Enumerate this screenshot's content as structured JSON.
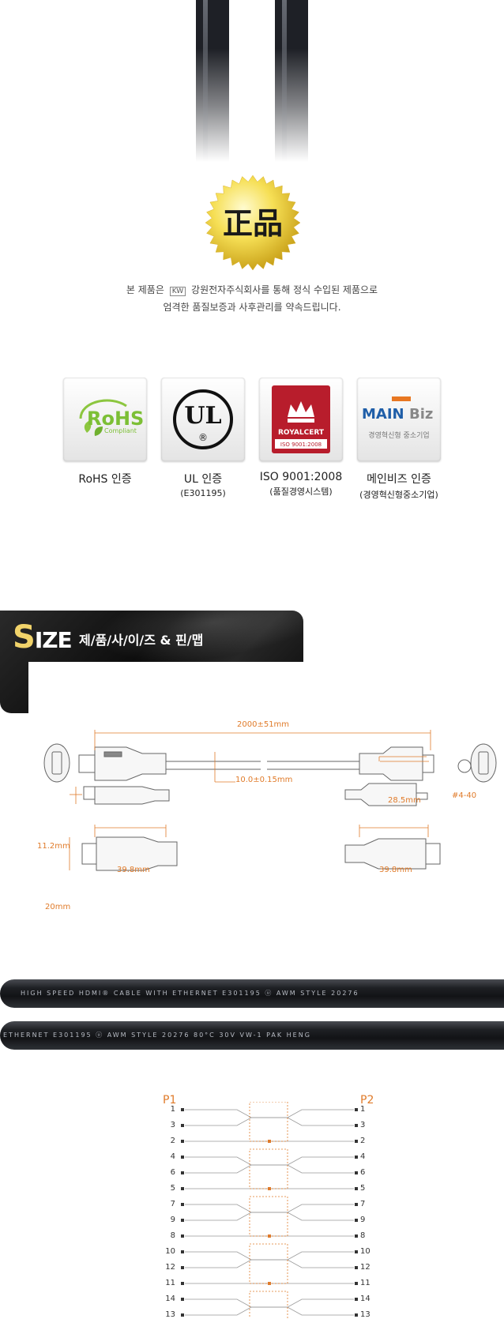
{
  "badge": {
    "text": "正品"
  },
  "intro": {
    "line1_before": "본 제품은",
    "logo_text": "KW",
    "line1_after": "강원전자주식회사를 통해 정식 수입된 제품으로",
    "line2": "엄격한 품질보증과 사후관리를 약속드립니다."
  },
  "certs": [
    {
      "title": "RoHS 인증",
      "sub": "",
      "logo_main": "RoHS",
      "logo_sub": "Compliant"
    },
    {
      "title": "UL 인증",
      "sub": "(E301195)",
      "logo_main": "UL",
      "logo_sub": "®"
    },
    {
      "title": "ISO 9001:2008",
      "sub": "(품질경영시스템)",
      "logo_main": "ROYALCERT",
      "logo_sub": "ISO 9001:2008"
    },
    {
      "title": "메인비즈 인증",
      "sub": "(경영혁신형중소기업)",
      "logo_main_a": "MAIN",
      "logo_main_b": "Biz",
      "logo_sub": "경영혁신형 중소기업"
    }
  ],
  "size_section": {
    "title_big": "S",
    "title_rest": "IZE",
    "subtitle": "제/품/사/이/즈 & 핀/맵"
  },
  "dimensions": {
    "length": "2000±51mm",
    "diameter": "10.0±0.15mm",
    "screw": "#4-40",
    "right_width": "28.5mm",
    "height_small": "11.2mm",
    "len_left": "39.8mm",
    "len_right": "39.8mm",
    "height_big": "20mm"
  },
  "cable_print": {
    "line1": "HIGH   SPEED   HDMI®   CABLE   WITH   ETHERNET   E301195   ⓤ   AWM   STYLE   20276",
    "line2": "ETHERNET   E301195   ⓤ   AWM   STYLE   20276   80°C   30V   VW-1   PAK   HENG"
  },
  "pinmap": {
    "left_title": "P1",
    "right_title": "P2",
    "pins": [
      "1",
      "3",
      "2",
      "4",
      "6",
      "5",
      "7",
      "9",
      "8",
      "10",
      "12",
      "11",
      "14",
      "13"
    ]
  },
  "colors": {
    "accent": "#e07b2a",
    "gold": "#f1d36a"
  }
}
